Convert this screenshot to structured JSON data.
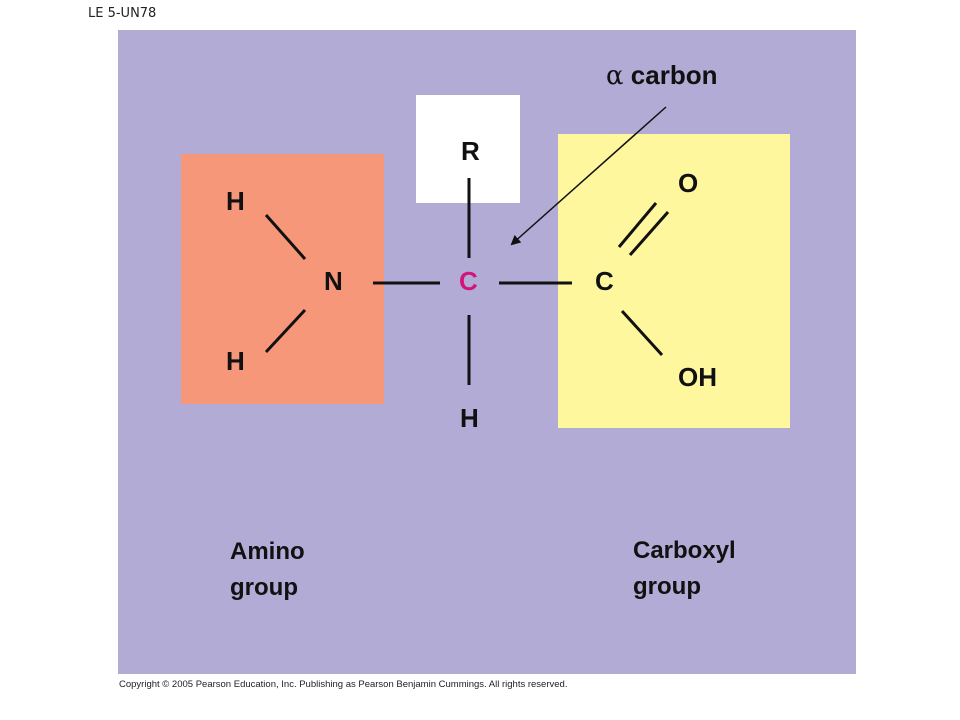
{
  "slide_label": "LE 5-UN78",
  "colors": {
    "panel": "#B1ABD5",
    "amino_box": "#F7977A",
    "r_box": "#FFFFFF",
    "carboxyl_box": "#FEF79E",
    "alpha_carbon": "#D4147E",
    "atom_text": "#111111"
  },
  "diagram": {
    "alpha_label": {
      "greek": "α",
      "text": "carbon"
    },
    "atoms": {
      "r_group": "R",
      "amino_h_top": "H",
      "nitrogen": "N",
      "amino_h_bottom": "H",
      "alpha_carbon": "C",
      "alpha_h": "H",
      "carboxyl_carbon": "C",
      "carbonyl_oxygen": "O",
      "hydroxyl": "OH"
    },
    "captions": {
      "amino_line1": "Amino",
      "amino_line2": "group",
      "carboxyl_line1": "Carboxyl",
      "carboxyl_line2": "group"
    }
  },
  "copyright": "Copyright © 2005 Pearson Education, Inc. Publishing as Pearson Benjamin Cummings. All rights reserved."
}
